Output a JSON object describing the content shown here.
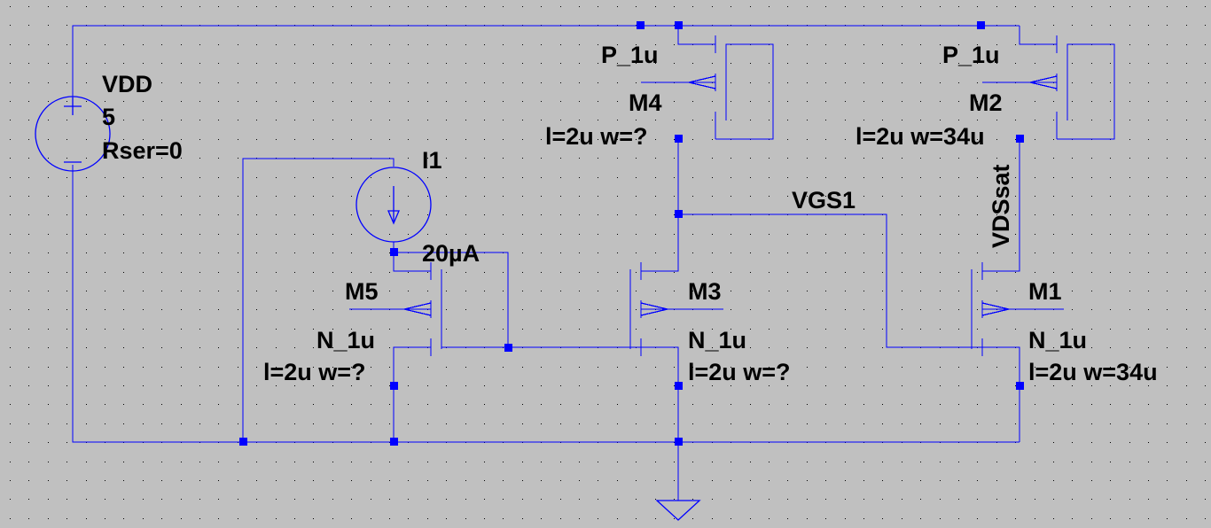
{
  "labels": {
    "vdd_name": "VDD",
    "vdd_value": "5",
    "vdd_rser": "Rser=0",
    "i1_name": "I1",
    "i1_value": "20µA",
    "m5_name": "M5",
    "m5_model": "N_1u",
    "m5_size": "l=2u w=?",
    "m3_name": "M3",
    "m3_model": "N_1u",
    "m3_size": "l=2u w=?",
    "m1_name": "M1",
    "m1_model": "N_1u",
    "m1_size": "l=2u w=34u",
    "m4_name": "M4",
    "m4_model": "P_1u",
    "m4_size": "l=2u w=?",
    "m2_name": "M2",
    "m2_model": "P_1u",
    "m2_size": "l=2u w=34u",
    "net_vgs1": "VGS1",
    "net_vdssat": "VDSsat"
  },
  "colors": {
    "background": "#c0c0c0",
    "wire": "#0000ff",
    "junction": "#0000ff",
    "grid_dot": "#000000",
    "text": "#000000"
  },
  "icons": [
    "voltage-source-icon",
    "current-source-icon",
    "nmos-icon",
    "pmos-icon",
    "ground-icon"
  ]
}
